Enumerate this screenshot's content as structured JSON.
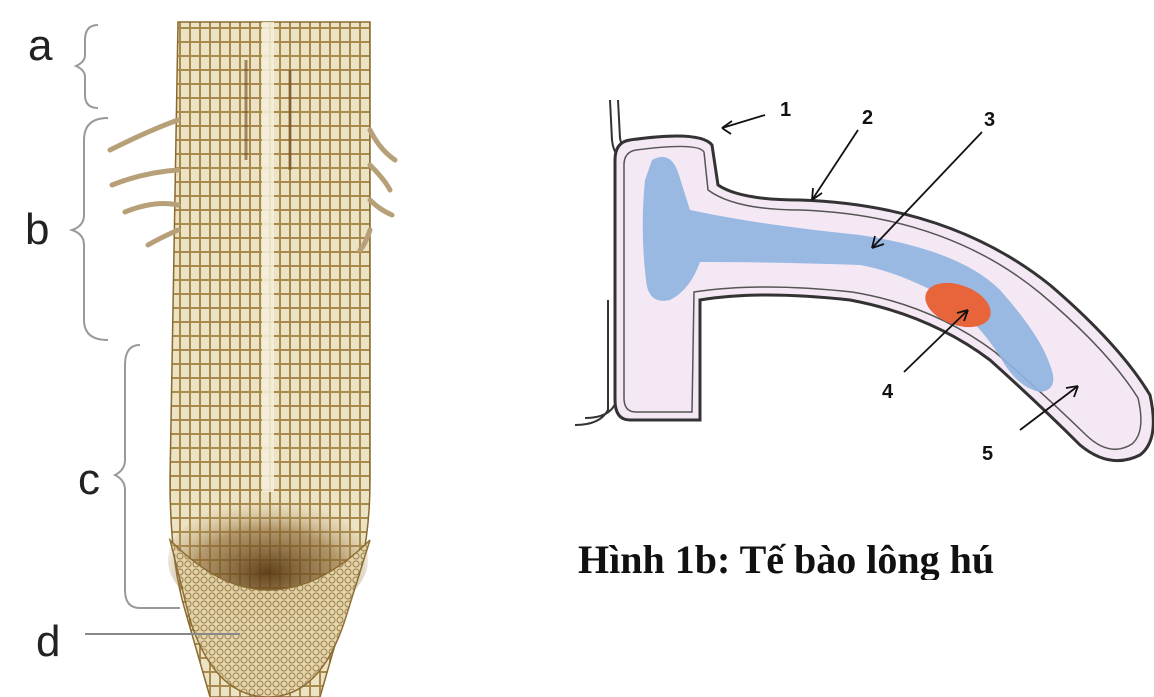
{
  "root_diagram": {
    "zones": [
      {
        "id": "a",
        "label": "a"
      },
      {
        "id": "b",
        "label": "b"
      },
      {
        "id": "c",
        "label": "c"
      },
      {
        "id": "d",
        "label": "d"
      }
    ],
    "colors": {
      "cell_wall": "#9a7a3a",
      "cell_fill": "#e9dcb8",
      "tip": "#5a3a14"
    }
  },
  "hair_cell_diagram": {
    "caption": "Hình 1b: Tế bào lông hú",
    "parts": [
      {
        "id": "1",
        "label": "1"
      },
      {
        "id": "2",
        "label": "2"
      },
      {
        "id": "3",
        "label": "3"
      },
      {
        "id": "4",
        "label": "4"
      },
      {
        "id": "5",
        "label": "5"
      }
    ],
    "colors": {
      "cytoplasm": "#f4e8f4",
      "vacuole": "#8fb4e0",
      "nucleus": "#e8643a",
      "wall": "#333333"
    }
  }
}
